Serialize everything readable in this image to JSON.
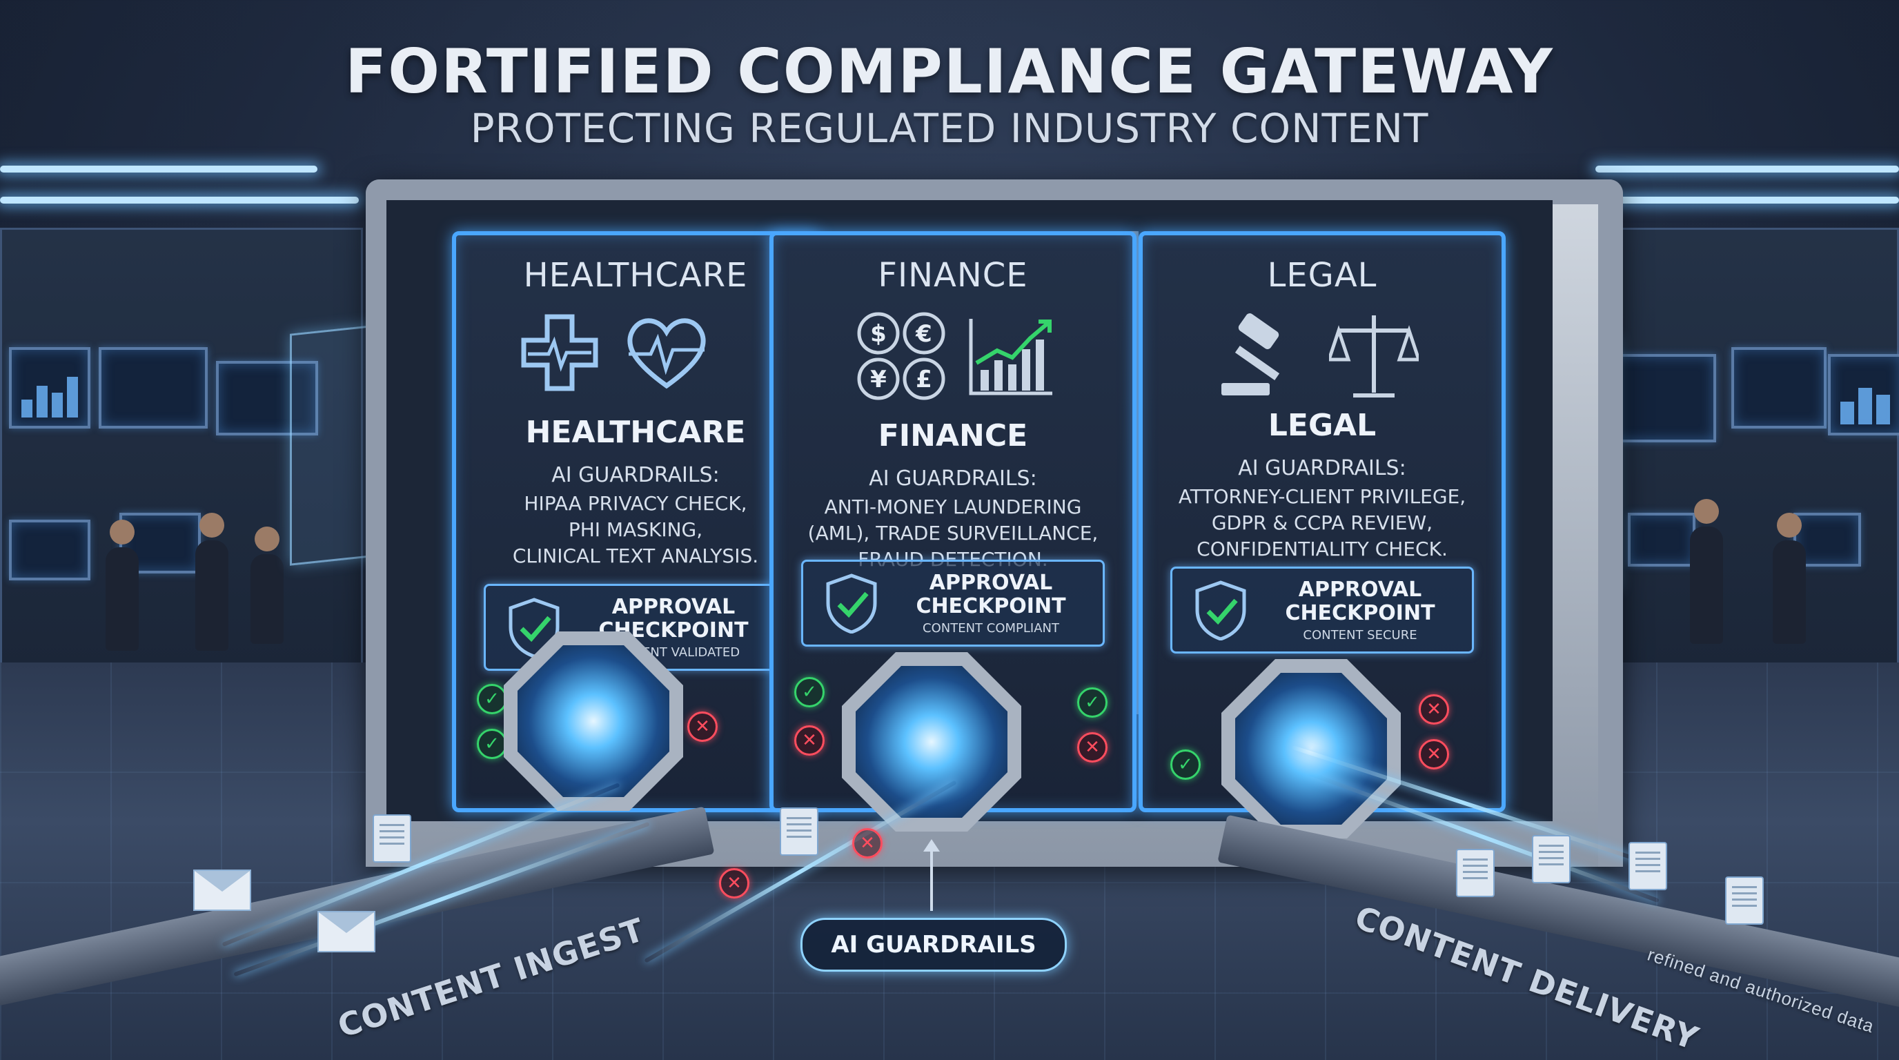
{
  "header": {
    "title": "FORTIFIED COMPLIANCE GATEWAY",
    "subtitle": "PROTECTING REGULATED INDUSTRY CONTENT"
  },
  "panels": [
    {
      "title": "HEALTHCARE",
      "icons": [
        "medical-cross-icon",
        "heart-pulse-icon"
      ],
      "heading": "HEALTHCARE",
      "guard_label": "AI GUARDRAILS:",
      "guard_lines": [
        "HIPAA PRIVACY CHECK,",
        "PHI MASKING,",
        "CLINICAL TEXT ANALYSIS."
      ],
      "checkpoint_label": [
        "APPROVAL",
        "CHECKPOINT"
      ],
      "checkpoint_status": "CONTENT VALIDATED"
    },
    {
      "title": "FINANCE",
      "icons": [
        "currency-coins-icon",
        "growth-chart-icon"
      ],
      "heading": "FINANCE",
      "guard_label": "AI GUARDRAILS:",
      "guard_lines": [
        "ANTI-MONEY LAUNDERING",
        "(AML), TRADE SURVEILLANCE,",
        "FRAUD DETECTION."
      ],
      "checkpoint_label": [
        "APPROVAL",
        "CHECKPOINT"
      ],
      "checkpoint_status": "CONTENT COMPLIANT"
    },
    {
      "title": "LEGAL",
      "icons": [
        "gavel-icon",
        "scales-icon"
      ],
      "heading": "LEGAL",
      "guard_label": "AI GUARDRAILS:",
      "guard_lines": [
        "ATTORNEY-CLIENT PRIVILEGE,",
        "GDPR & CCPA REVIEW,",
        "CONFIDENTIALITY CHECK."
      ],
      "checkpoint_label": [
        "APPROVAL",
        "CHECKPOINT"
      ],
      "checkpoint_status": "CONTENT SECURE"
    }
  ],
  "currency_symbols": [
    "$",
    "€",
    "¥",
    "£"
  ],
  "lanes": {
    "ingest": "CONTENT INGEST",
    "guardrails": "AI GUARDRAILS",
    "delivery": "CONTENT DELIVERY",
    "delivery_note": "refined and authorized data"
  },
  "colors": {
    "accent": "#4aa7ff",
    "ok": "#35d46b",
    "reject": "#ff4d5e"
  }
}
